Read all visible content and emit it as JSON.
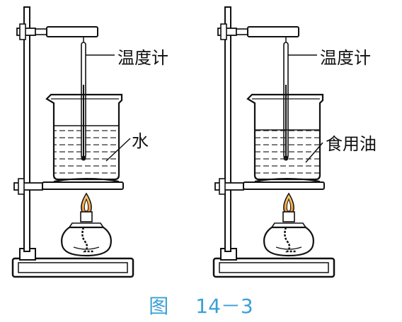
{
  "left_apparatus": {
    "thermometer_label": "温度计",
    "liquid_label": "水"
  },
  "right_apparatus": {
    "thermometer_label": "温度计",
    "liquid_label": "食用油"
  },
  "caption": {
    "prefix": "图",
    "number": "14－3"
  }
}
